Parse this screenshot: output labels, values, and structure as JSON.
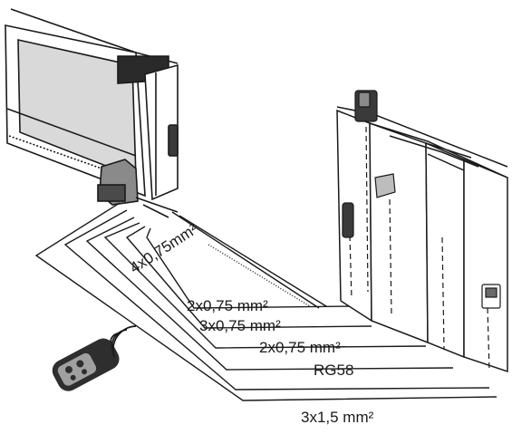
{
  "cable_labels": {
    "motor_feed": "4x0,75mm²",
    "cable_a": "2x0,75 mm²",
    "cable_b": "3x0,75 mm²",
    "cable_c": "2x0,75 mm²",
    "antenna": "RG58",
    "power": "3x1,5 mm²"
  },
  "colors": {
    "line": "#1a1a1a",
    "wall_fill": "#ffffff",
    "gate_panel": "#d9d9d9",
    "device_dark": "#3a3a3a"
  },
  "icons": {
    "remote": "remote-control-icon",
    "signal": "radio-waves-icon"
  }
}
